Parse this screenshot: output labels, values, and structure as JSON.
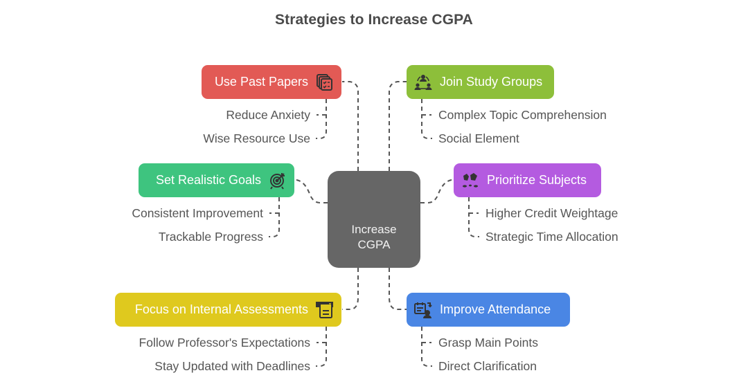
{
  "title": "Strategies to Increase CGPA",
  "center": {
    "line1": "Increase",
    "line2": "CGPA",
    "color": "#666666"
  },
  "branches": [
    {
      "label": "Use Past Papers",
      "color": "#e25a55",
      "icon": "stacked-papers-checklist-icon",
      "side": "left",
      "children": [
        "Reduce Anxiety",
        "Wise Resource Use"
      ]
    },
    {
      "label": "Join Study Groups",
      "color": "#8dbf3a",
      "icon": "group-people-icon",
      "side": "right",
      "children": [
        "Complex Topic Comprehension",
        "Social Element"
      ]
    },
    {
      "label": "Set Realistic Goals",
      "color": "#3ec47f",
      "icon": "target-arrow-icon",
      "side": "left",
      "children": [
        "Consistent Improvement",
        "Trackable Progress"
      ]
    },
    {
      "label": "Prioritize Subjects",
      "color": "#b45be0",
      "icon": "priority-figure-icon",
      "side": "right",
      "children": [
        "Higher Credit Weightage",
        "Strategic Time Allocation"
      ]
    },
    {
      "label": "Focus on Internal Assessments",
      "color": "#dfc91e",
      "icon": "document-clipboard-icon",
      "side": "left",
      "children": [
        "Follow Professor's Expectations",
        "Stay Updated with Deadlines"
      ]
    },
    {
      "label": "Improve Attendance",
      "color": "#4a86e4",
      "icon": "calendar-person-icon",
      "side": "right",
      "children": [
        "Grasp Main Points",
        "Direct Clarification"
      ]
    }
  ]
}
